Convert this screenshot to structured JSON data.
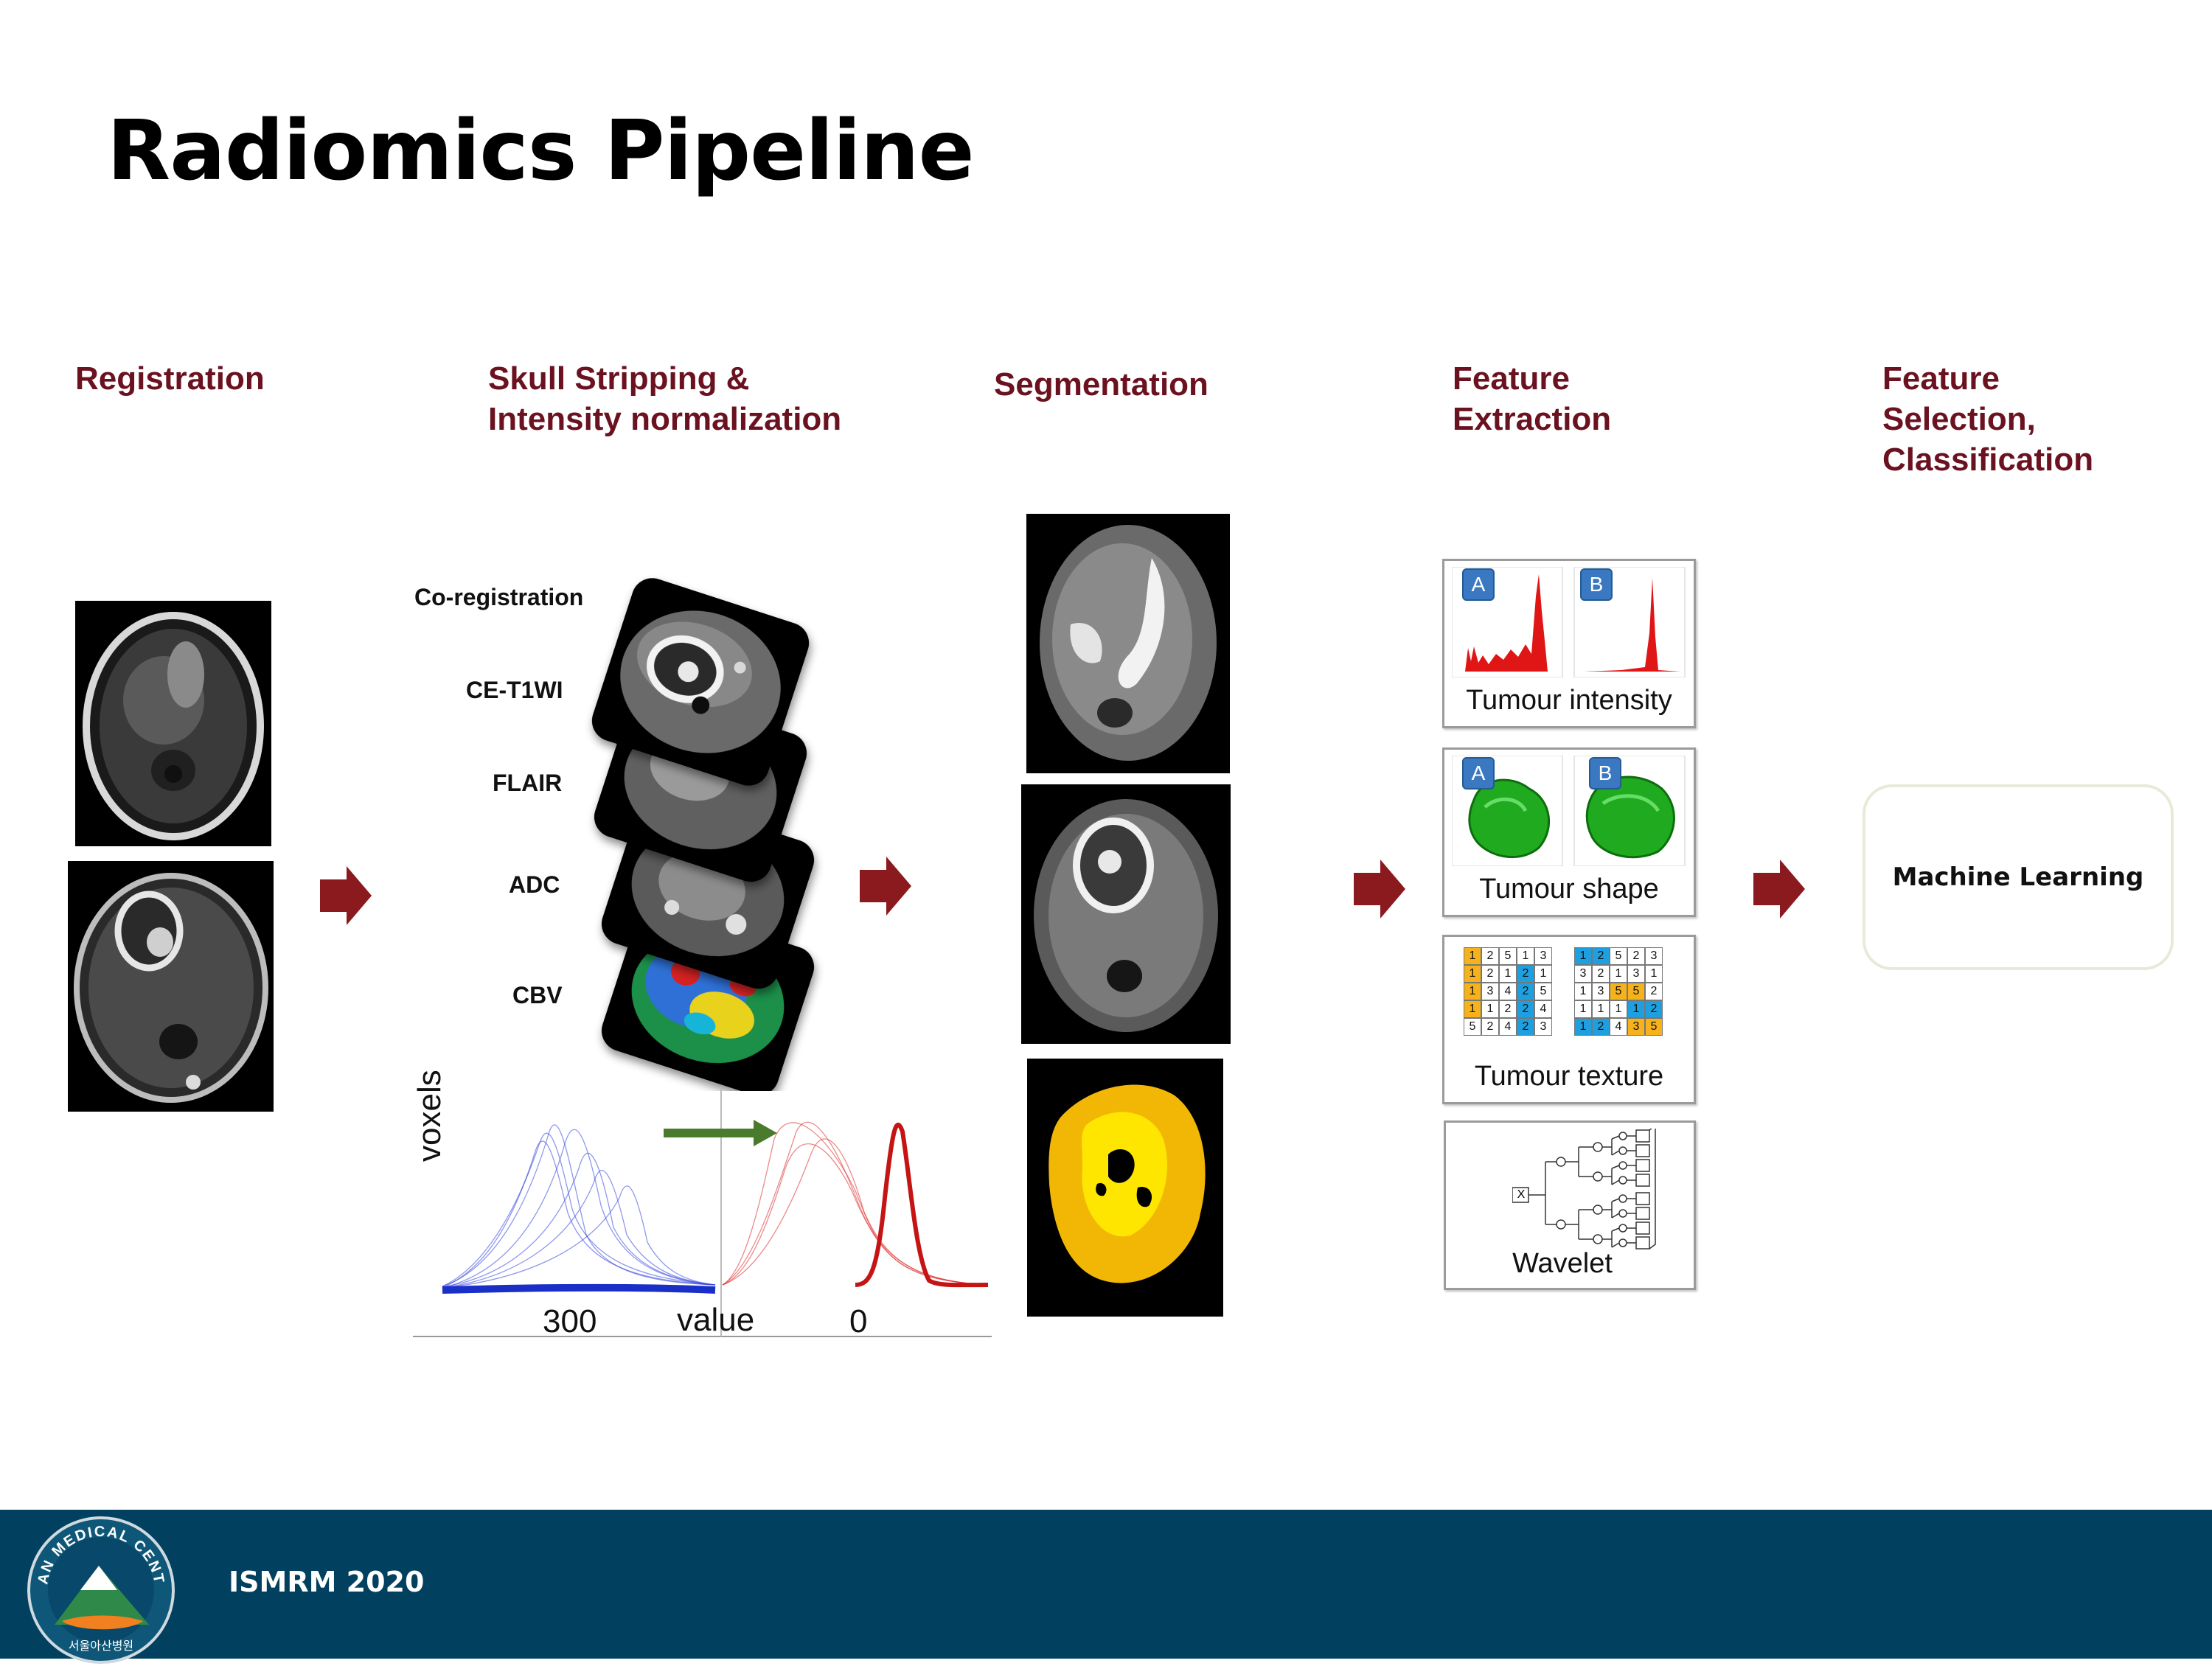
{
  "title": "Radiomics Pipeline",
  "steps": [
    {
      "line1": "Registration",
      "line2": "",
      "line3": ""
    },
    {
      "line1": "Skull Stripping &",
      "line2": "Intensity normalization",
      "line3": ""
    },
    {
      "line1": "Segmentation",
      "line2": "",
      "line3": ""
    },
    {
      "line1": "Feature",
      "line2": "Extraction",
      "line3": ""
    },
    {
      "line1": "Feature",
      "line2": "Selection,",
      "line3": "Classification"
    }
  ],
  "sequences": [
    "Co-registration",
    "CE-T1WI",
    "FLAIR",
    "ADC",
    "CBV"
  ],
  "histogram": {
    "ylabel": "voxels",
    "tick_left": "300",
    "xlabel": "value",
    "tick_right": "0"
  },
  "features": {
    "intensity": {
      "label": "Tumour intensity",
      "badge_a": "A",
      "badge_b": "B"
    },
    "shape": {
      "label": "Tumour shape",
      "badge_a": "A",
      "badge_b": "B"
    },
    "texture": {
      "label": "Tumour texture",
      "grid_left": [
        [
          "1",
          "2",
          "5",
          "1",
          "3"
        ],
        [
          "1",
          "2",
          "1",
          "2",
          "1"
        ],
        [
          "1",
          "3",
          "4",
          "2",
          "5"
        ],
        [
          "1",
          "1",
          "2",
          "2",
          "4"
        ],
        [
          "5",
          "2",
          "4",
          "2",
          "3"
        ]
      ],
      "grid_right": [
        [
          "1",
          "2",
          "5",
          "2",
          "3"
        ],
        [
          "3",
          "2",
          "1",
          "3",
          "1"
        ],
        [
          "1",
          "3",
          "5",
          "5",
          "2"
        ],
        [
          "1",
          "1",
          "1",
          "1",
          "2"
        ],
        [
          "1",
          "2",
          "4",
          "3",
          "5"
        ]
      ]
    },
    "wavelet": {
      "label": "Wavelet",
      "node": "X"
    }
  },
  "machine_learning": "Machine Learning",
  "footer": {
    "text": "ISMRM 2020",
    "logo_text": "ASAN MEDICAL CENTER",
    "logo_korean": "서울아산병원"
  },
  "colors": {
    "heading": "#6b1220",
    "arrow": "#8b1a1f",
    "footer": "#02405f",
    "green_arrow": "#4a7a2c"
  }
}
